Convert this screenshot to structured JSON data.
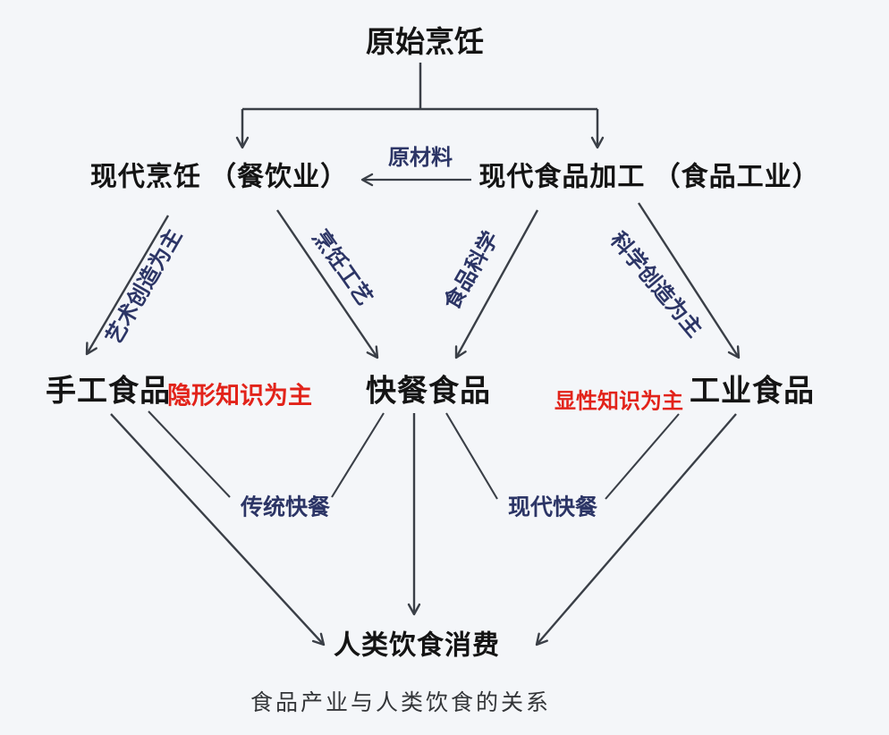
{
  "diagram": {
    "title_node": "原始烹饪",
    "caption": "食品产业与人类饮食的关系",
    "nodes": {
      "modern_cooking": "现代烹饪 （餐饮业）",
      "modern_food_processing": "现代食品加工 （食品工业）",
      "handmade_food": "手工食品",
      "fast_food": "快餐食品",
      "industrial_food": "工业食品",
      "human_consumption": "人类饮食消费"
    },
    "edge_labels": {
      "raw_materials": "原材料",
      "art_creation": "艺术创造为主",
      "cooking_craft": "烹饪工艺",
      "food_science": "食品科学",
      "science_creation": "科学创造为主",
      "traditional_fastfood": "传统快餐",
      "modern_fastfood": "现代快餐"
    },
    "annotations": {
      "tacit_knowledge": "隐形知识为主",
      "explicit_knowledge": "显性知识为主"
    },
    "colors": {
      "node_text": "#141414",
      "edge_label_blue": "#2c3566",
      "annotation_red": "#e2231a",
      "arrow": "#3a3f47",
      "background": "#f4f6f9"
    }
  }
}
